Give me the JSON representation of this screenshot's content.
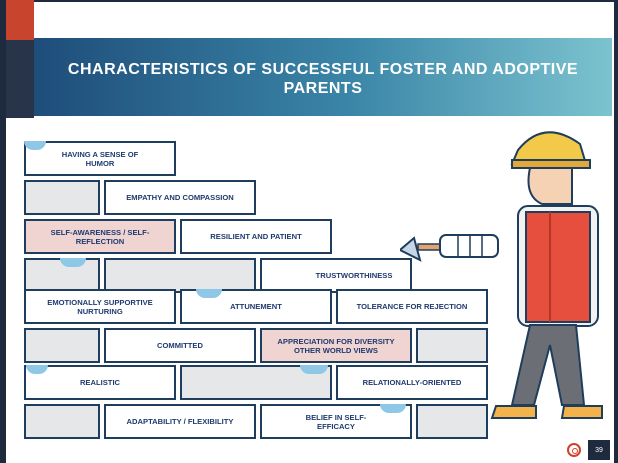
{
  "slide": {
    "title": "CHARACTERISTICS OF SUCCESSFUL FOSTER AND ADOPTIVE PARENTS",
    "number": "39"
  },
  "bricks": [
    "HAVING A SENSE OF HUMOR",
    "EMPATHY AND COMPASSION",
    "SELF-AWARENESS / SELF-REFLECTION",
    "RESILIENT AND PATIENT",
    "TRUSTWORTHINESS",
    "EMOTIONALLY SUPPORTIVE NURTURING",
    "ATTUNEMENT",
    "TOLERANCE FOR REJECTION",
    "COMMITTED",
    "APPRECIATION FOR DIVERSITY OTHER WORLD VIEWS",
    "REALISTIC",
    "RELATIONALLY-ORIENTED",
    "ADAPTABILITY / FLEXIBILITY",
    "BELIEF IN SELF-EFFICACY"
  ],
  "colors": {
    "title_gradient_start": "#1e4d7a",
    "title_gradient_end": "#7cc3cf",
    "brick_border": "#1f3d5c",
    "pink_brick": "#f0d4d2",
    "gray_brick": "#e6e7e9",
    "accent_red": "#c8442c"
  }
}
